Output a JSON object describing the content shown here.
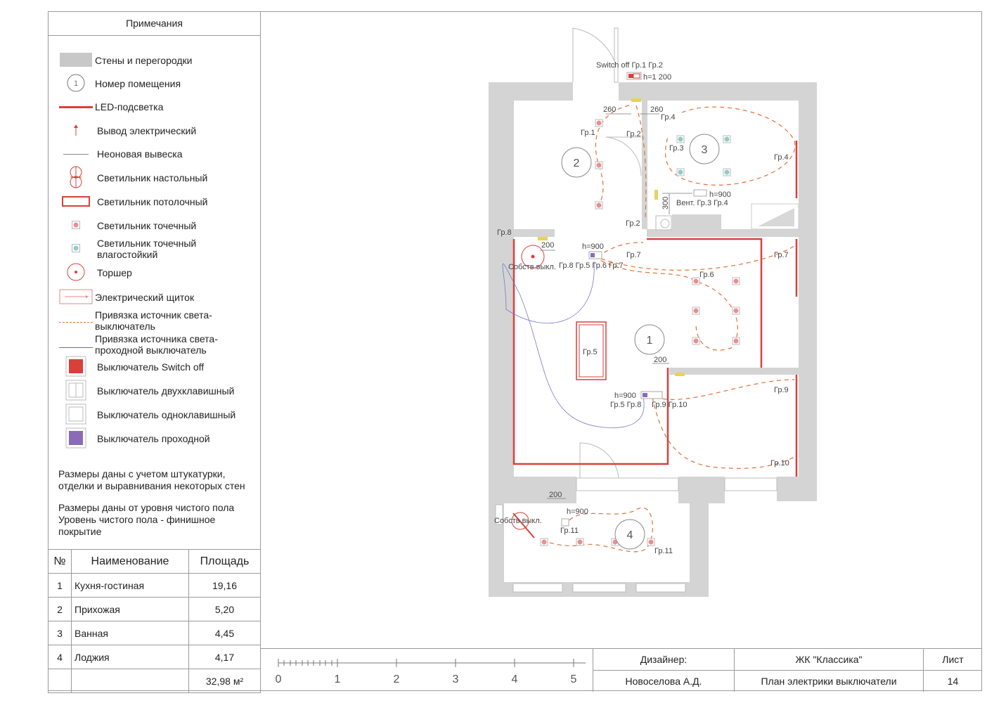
{
  "notes": {
    "title": "Примечания",
    "legend": [
      {
        "icon": "wall-swatch-icon",
        "label": "Стены и перегородки"
      },
      {
        "icon": "room-number-icon",
        "label": "Номер помещения",
        "symbol_text": "1"
      },
      {
        "icon": "led-strip-icon",
        "label": "LED-подсветка"
      },
      {
        "icon": "electrical-outlet-icon",
        "label": "Вывод электрический"
      },
      {
        "icon": "neon-sign-icon",
        "label": "Неоновая вывеска"
      },
      {
        "icon": "table-lamp-icon",
        "label": "Светильник настольный"
      },
      {
        "icon": "ceiling-light-icon",
        "label": "Светильник потолочный"
      },
      {
        "icon": "spot-light-icon",
        "label": "Светильник точечный"
      },
      {
        "icon": "waterproof-spot-icon",
        "label_line1": "Светильник точечный",
        "label_line2": "влагостойкий"
      },
      {
        "icon": "floor-lamp-icon",
        "label": "Торшер"
      },
      {
        "icon": "electrical-panel-icon",
        "label": "Электрический щиток"
      },
      {
        "icon": "switch-link-icon",
        "label_line1": "Привязка источник света-",
        "label_line2": "выключатель"
      },
      {
        "icon": "passthrough-link-icon",
        "label_line1": "Привязка источника света-",
        "label_line2": "проходной выключатель"
      },
      {
        "icon": "switch-off-icon",
        "label": "Выключатель Switch off",
        "color": "#d9403a"
      },
      {
        "icon": "double-switch-icon",
        "label": "Выключатель двухклавишный"
      },
      {
        "icon": "single-switch-icon",
        "label": "Выключатель одноклавишный"
      },
      {
        "icon": "passthrough-switch-icon",
        "label": "Выключатель проходной",
        "color": "#8a6bb8"
      }
    ],
    "note1_line1": "Размеры даны с учетом штукатурки,",
    "note1_line2": "отделки и выравнивания некоторых стен",
    "note2_line1": "Размеры даны от уровня чистого пола",
    "note2_line2": "Уровень чистого пола - финишное",
    "note2_line3": "покрытие"
  },
  "rooms_table": {
    "headers": {
      "num": "№",
      "name": "Наименование",
      "area": "Площадь"
    },
    "rows": [
      {
        "num": "1",
        "name": "Кухня-гостиная",
        "area": "19,16"
      },
      {
        "num": "2",
        "name": "Прихожая",
        "area": "5,20"
      },
      {
        "num": "3",
        "name": "Ванная",
        "area": "4,45"
      },
      {
        "num": "4",
        "name": "Лоджия",
        "area": "4,17"
      }
    ],
    "total": "32,98 м²"
  },
  "scale": {
    "labels": [
      "0",
      "1",
      "2",
      "3",
      "4",
      "5"
    ]
  },
  "title_block": {
    "designer_label": "Дизайнер:",
    "designer_name": "Новоселова А.Д.",
    "project": "ЖК \"Классика\"",
    "sheet_title": "План электрики выключатели",
    "sheet_label": "Лист",
    "sheet_number": "14"
  },
  "plan": {
    "colors": {
      "wall": "#d4d4d4",
      "led": "#d9403a",
      "link": "#e0703a",
      "passthrough": "#7a78c8",
      "text": "#444444"
    },
    "rooms": [
      "1",
      "2",
      "3",
      "4"
    ],
    "labels": {
      "switch_off": "Switch off  Гр.1 Гр.2",
      "h1200": "h=1 200",
      "d260a": "260",
      "d260b": "260",
      "gr1": "Гр.1",
      "gr2a": "Гр.2",
      "gr4a": "Гр.4",
      "gr3": "Гр.3",
      "gr4b": "Гр.4",
      "h900a": "h=900",
      "vent": "Вент.  Гр.3 Гр.4",
      "d300": "300",
      "gr2b": "Гр.2",
      "gr8a": "Гр.8",
      "d200a": "200",
      "h900b": "h=900",
      "own_switch_a": "Собств.выкл.",
      "grp_row1": "Гр.8 Гр.5  Гр.6 Гр.7",
      "gr7a": "Гр.7",
      "gr7b": "Гр.7",
      "gr6": "Гр.6",
      "gr5": "Гр.5",
      "d200b": "200",
      "h900c": "h=900",
      "grp_row2a": "Гр.5 Гр.8",
      "grp_row2b": "Гр.9 Гр.10",
      "gr9": "Гр.9",
      "gr10": "Гр.10",
      "d200c": "200",
      "h900d": "h=900",
      "own_switch_b": "Собств.выкл.",
      "gr11a": "Гр.11",
      "gr11b": "Гр.11"
    }
  }
}
